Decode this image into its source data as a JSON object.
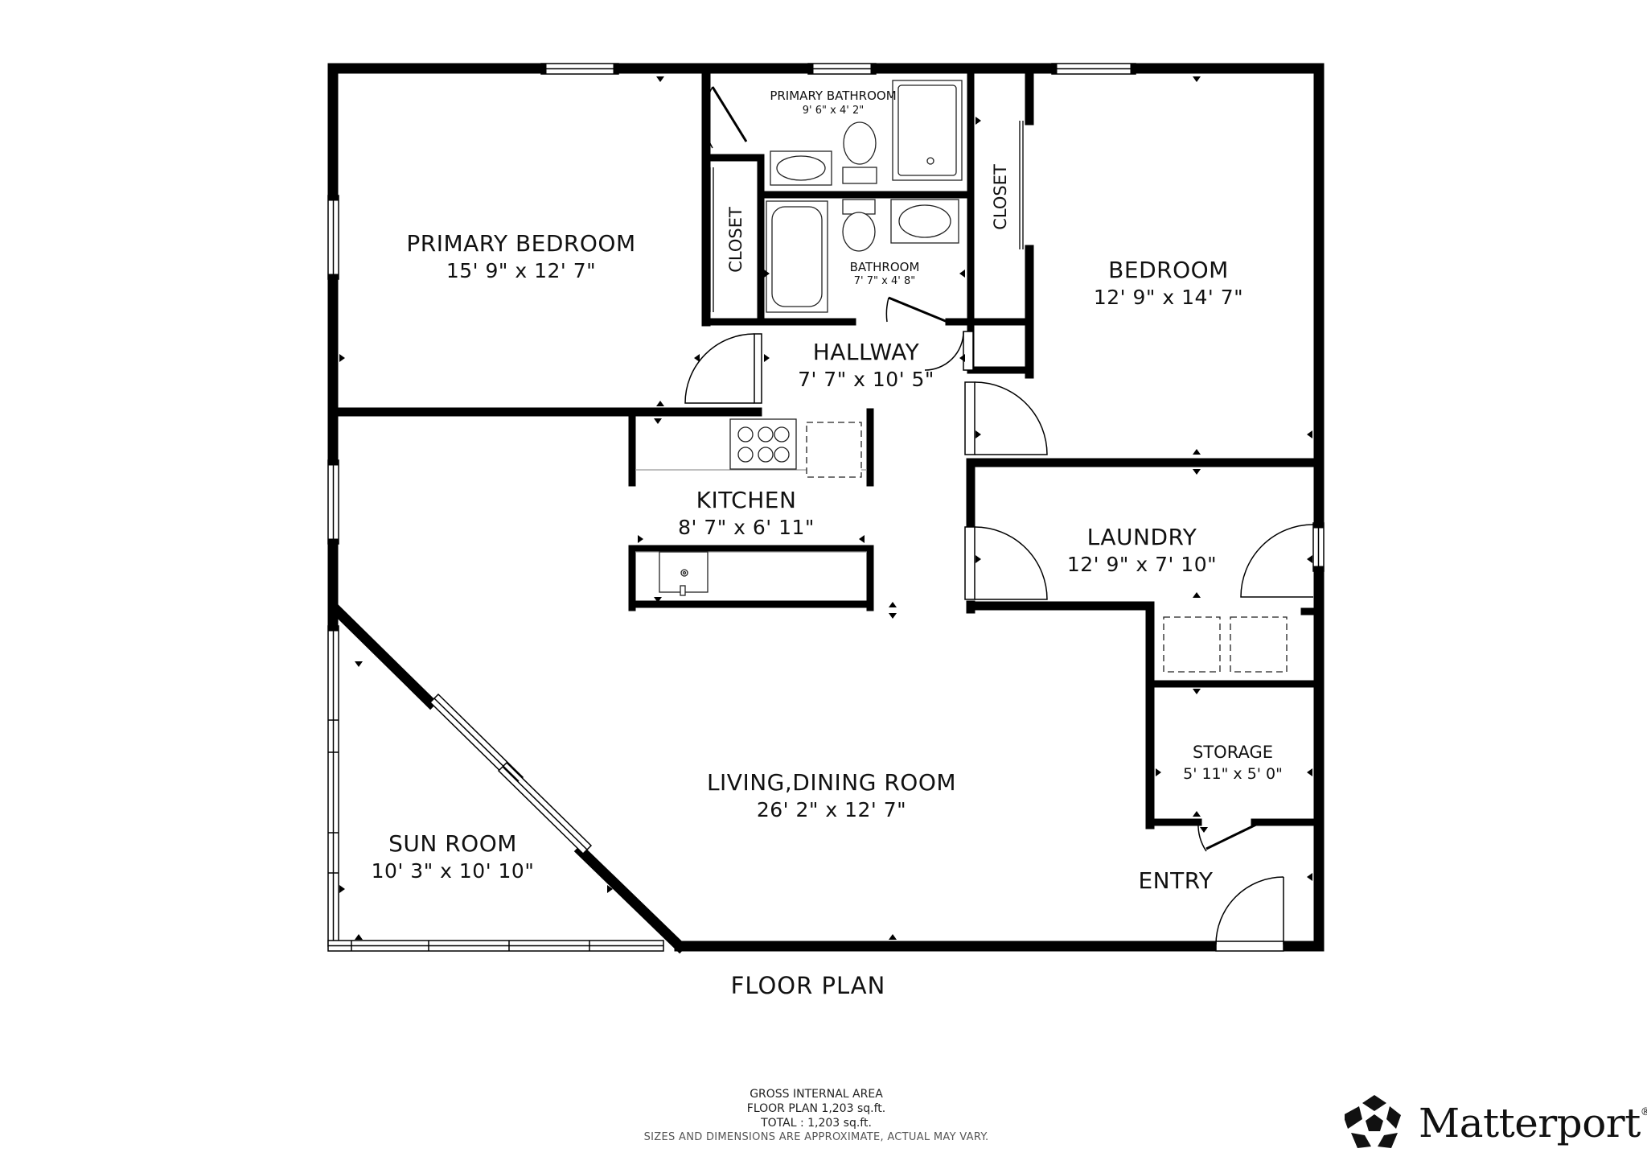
{
  "rooms": {
    "primary_bedroom": {
      "name": "PRIMARY BEDROOM",
      "dims": "15' 9\" x 12' 7\""
    },
    "primary_bathroom": {
      "name": "PRIMARY BATHROOM",
      "dims": "9' 6\" x 4' 2\""
    },
    "closet_left": {
      "name": "CLOSET"
    },
    "bathroom": {
      "name": "BATHROOM",
      "dims": "7' 7\" x 4' 8\""
    },
    "closet_right": {
      "name": "CLOSET"
    },
    "bedroom": {
      "name": "BEDROOM",
      "dims": "12' 9\" x 14' 7\""
    },
    "hallway": {
      "name": "HALLWAY",
      "dims": "7' 7\" x 10' 5\""
    },
    "kitchen": {
      "name": "KITCHEN",
      "dims": "8' 7\" x 6' 11\""
    },
    "laundry": {
      "name": "LAUNDRY",
      "dims": "12' 9\" x 7' 10\""
    },
    "storage": {
      "name": "STORAGE",
      "dims": "5' 11\" x 5' 0\""
    },
    "living_dining": {
      "name": "LIVING,DINING ROOM",
      "dims": "26' 2\" x 12' 7\""
    },
    "sun_room": {
      "name": "SUN ROOM",
      "dims": "10' 3\" x 10' 10\""
    },
    "entry": {
      "name": "ENTRY"
    }
  },
  "plan_title": "FLOOR PLAN",
  "footer": {
    "line1": "GROSS INTERNAL AREA",
    "line2": "FLOOR PLAN 1,203 sq.ft.",
    "line3": "TOTAL :  1,203 sq.ft.",
    "note": "SIZES AND DIMENSIONS ARE APPROXIMATE, ACTUAL MAY VARY."
  },
  "brand": {
    "name": "Matterport",
    "mark": "®",
    "logo_icon": "matterport-logo-icon"
  },
  "colors": {
    "wall": "#000000",
    "background": "#ffffff",
    "fixture": "#333333"
  }
}
